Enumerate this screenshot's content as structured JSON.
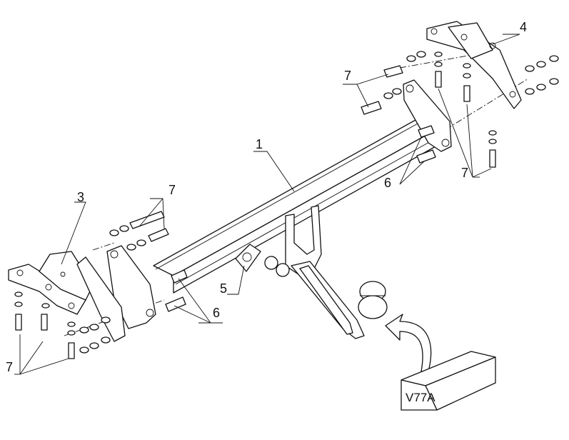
{
  "labels": {
    "bar": "1",
    "bracket_left": "3",
    "bracket_right": "4",
    "socket": "5",
    "bolts_center_right": "6",
    "bolts_center_left": "6",
    "fasteners_right_top": "7",
    "fasteners_right_bottom": "7",
    "fasteners_left_top": "7",
    "fasteners_left_bottom": "7"
  },
  "box": {
    "label": "V77A"
  }
}
